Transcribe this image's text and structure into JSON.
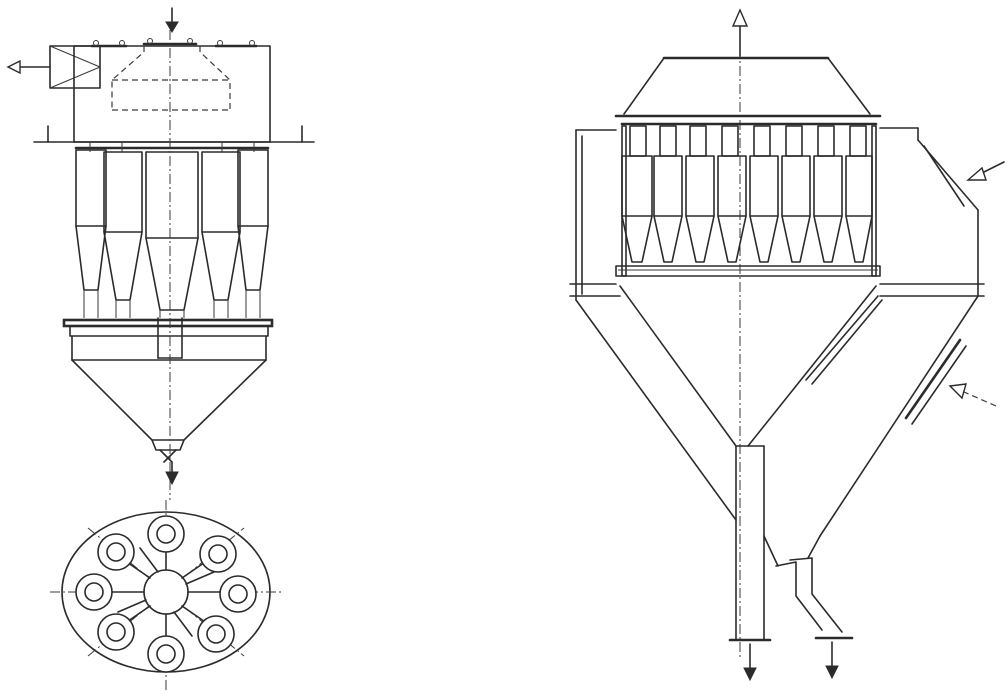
{
  "figure": {
    "panels": [
      {
        "id": "group-cyclone-elevation"
      },
      {
        "id": "group-cyclone-plan"
      },
      {
        "id": "battery-cyclone-section"
      }
    ],
    "colors": {
      "ink": "#2b2b2b",
      "paper": "#ffffff"
    }
  }
}
